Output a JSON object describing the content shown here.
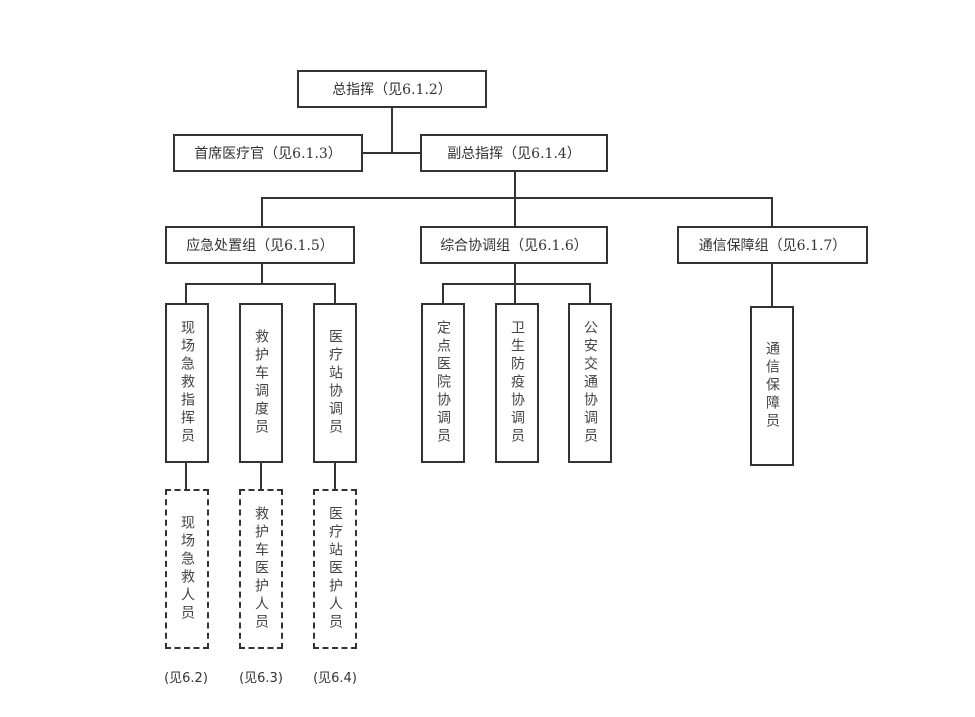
{
  "top": {
    "commander": "总指挥（见6.1.2）"
  },
  "second": {
    "chief_medical": "首席医疗官（见6.1.3）",
    "deputy": "副总指挥（见6.1.4）"
  },
  "groups": [
    {
      "label": "应急处置组（见6.1.5）",
      "members": [
        "现场急救指挥员",
        "救护车调度员",
        "医疗站协调员"
      ]
    },
    {
      "label": "综合协调组（见6.1.6）",
      "members": [
        "定点医院协调员",
        "卫生防疫协调员",
        "公安交通协调员"
      ]
    },
    {
      "label": "通信保障组（见6.1.7）",
      "members": [
        "通信保障员"
      ]
    }
  ],
  "personnel": [
    {
      "label": "现场急救人员",
      "ref": "(见6.2)"
    },
    {
      "label": "救护车医护人员",
      "ref": "(见6.3)"
    },
    {
      "label": "医疗站医护人员",
      "ref": "(见6.4)"
    }
  ]
}
